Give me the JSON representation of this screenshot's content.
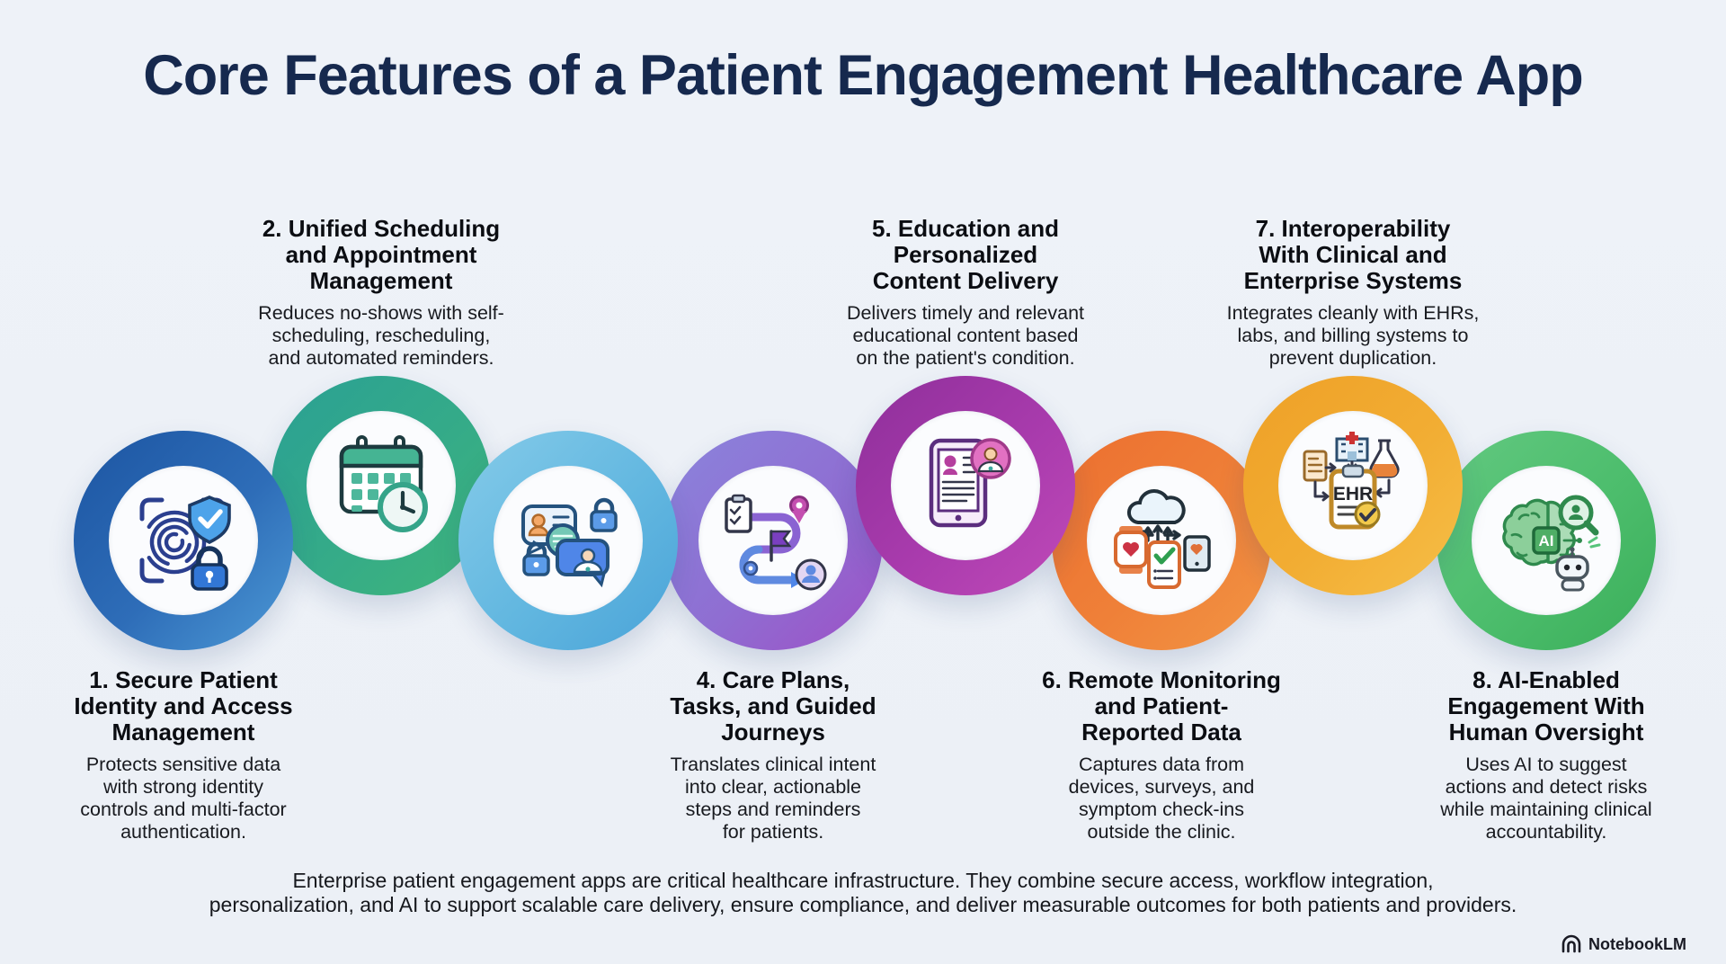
{
  "page": {
    "title": "Core Features of a Patient Engagement Healthcare App",
    "background_color": "#edf1f7",
    "title_color": "#16294e"
  },
  "features": [
    {
      "heading": "1. Secure Patient\nIdentity and Access\nManagement",
      "body": "Protects sensitive data\nwith strong identity\ncontrols and multi-factor\nauthentication.",
      "icon": "fingerprint-shield-lock-icon",
      "caption_position": "below",
      "ring_colors": [
        "#1c55a2",
        "#4d9ad6"
      ]
    },
    {
      "heading": "2. Unified Scheduling\nand Appointment\nManagement",
      "body": "Reduces no-shows with self-\nscheduling, rescheduling,\nand automated reminders.",
      "icon": "calendar-clock-icon",
      "caption_position": "above",
      "ring_colors": [
        "#2aa094",
        "#3fb67a"
      ]
    },
    {
      "icon": "secure-messaging-icon",
      "caption_position": "none",
      "ring_colors": [
        "#85cbe9",
        "#4aa3d8"
      ]
    },
    {
      "heading": "4. Care Plans,\nTasks, and Guided\nJourneys",
      "body": "Translates clinical intent\ninto clear, actionable\nsteps and reminders\nfor patients.",
      "icon": "care-journey-path-icon",
      "caption_position": "below",
      "ring_colors": [
        "#8b84dc",
        "#9d50c6"
      ]
    },
    {
      "heading": "5. Education and\nPersonalized\nContent Delivery",
      "body": "Delivers timely and relevant\neducational content based\non the patient's condition.",
      "icon": "education-tablet-icon",
      "caption_position": "above",
      "ring_colors": [
        "#8e2f9a",
        "#c04ab8"
      ]
    },
    {
      "heading": "6. Remote Monitoring\nand Patient-\nReported Data",
      "body": "Captures data from\ndevices, surveys, and\nsymptom check-ins\noutside the clinic.",
      "icon": "cloud-devices-icon",
      "caption_position": "below",
      "ring_colors": [
        "#ec6f30",
        "#f29544"
      ]
    },
    {
      "heading": "7. Interoperability\nWith Clinical and\nEnterprise Systems",
      "body": "Integrates cleanly with EHRs,\nlabs, and billing systems to\nprevent duplication.",
      "icon": "ehr-integration-icon",
      "icon_text": "EHR",
      "caption_position": "above",
      "ring_colors": [
        "#eea027",
        "#f6bf48"
      ]
    },
    {
      "heading": "8. AI-Enabled\nEngagement With\nHuman Oversight",
      "body": "Uses AI to suggest\nactions and detect risks\nwhile maintaining clinical\naccountability.",
      "icon": "ai-brain-robot-icon",
      "icon_text": "AI",
      "caption_position": "below",
      "ring_colors": [
        "#63c981",
        "#3aae59"
      ]
    }
  ],
  "footer": {
    "summary": "Enterprise patient engagement apps are critical healthcare infrastructure. They combine secure access, workflow integration,\npersonalization, and AI to support scalable care delivery, ensure compliance, and deliver measurable outcomes for both patients and providers."
  },
  "brand": {
    "label": "NotebookLM"
  }
}
